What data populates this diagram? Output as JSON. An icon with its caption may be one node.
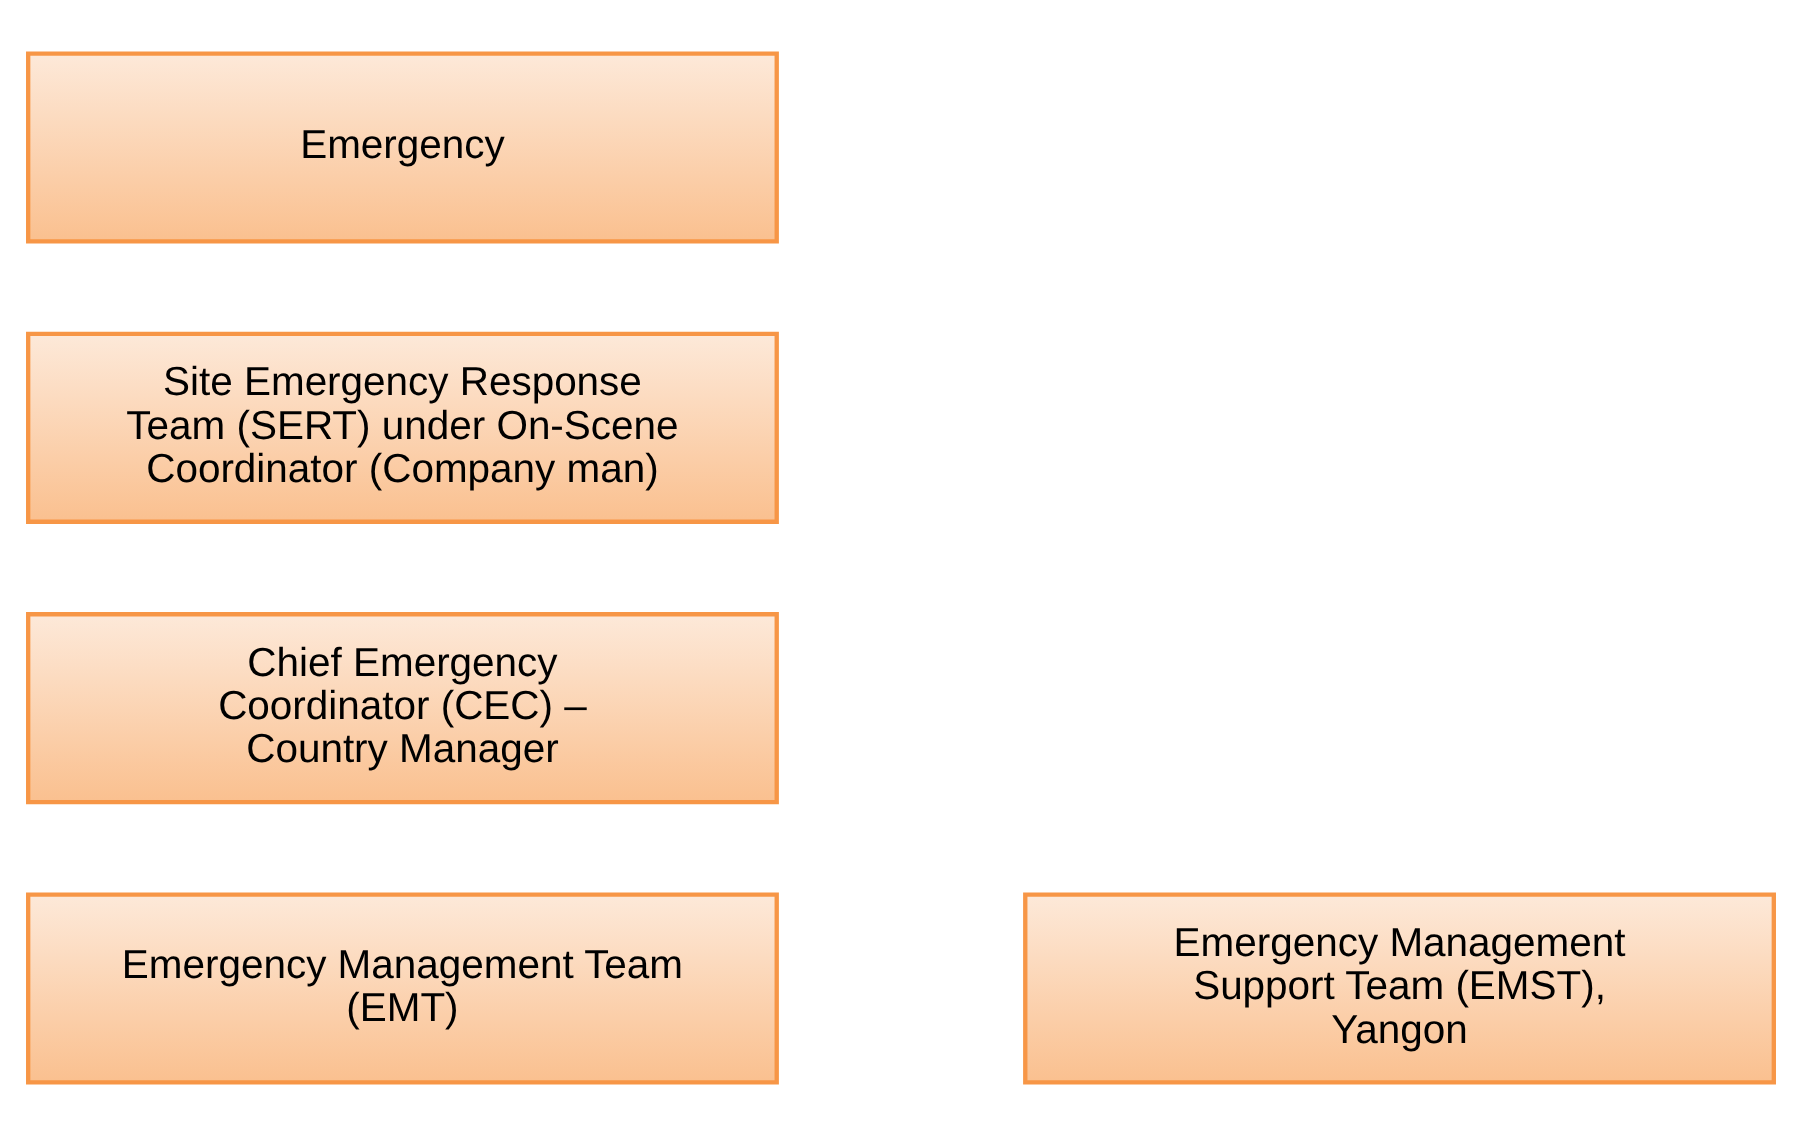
{
  "diagram": {
    "nodes": [
      {
        "text": [
          "Emergency"
        ]
      },
      {
        "text": [
          "Site Emergency Response Team (SERT) under On-Scene Coordinator (Company man)"
        ]
      },
      {
        "text": [
          "Chief Emergency Coordinator (CEC) – Country Manager"
        ]
      },
      {
        "text": [
          "Emergency Management Support Team (EMST), Yangon"
        ]
      },
      {
        "text": [
          "Emergency Management Team (EMT)"
        ]
      }
    ]
  }
}
